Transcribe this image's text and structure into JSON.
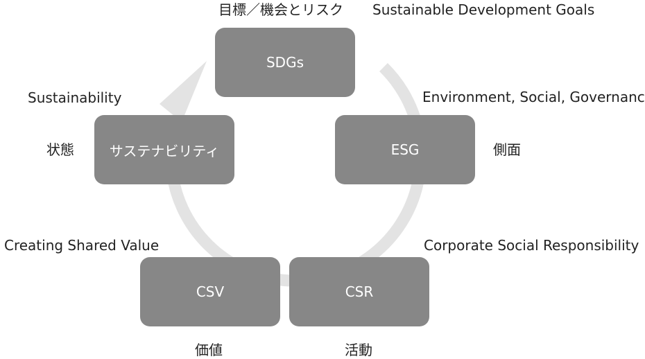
{
  "nodes": {
    "sdgs": "SDGs",
    "esg": "ESG",
    "csr": "CSR",
    "csv": "CSV",
    "sustainability": "サステナビリティ"
  },
  "labels": {
    "sdgs_jp": "目標／機会とリスク",
    "sdgs_en": "Sustainable Development Goals",
    "esg_en": "Environment, Social, Governance",
    "esg_jp": "側面",
    "csr_en": "Corporate Social Responsibility",
    "csr_jp": "活動",
    "csv_en": "Creating Shared Value",
    "csv_jp": "価値",
    "sus_en": "Sustainability",
    "sus_jp": "状態"
  },
  "colors": {
    "node_fill": "#878787",
    "ring": "#e3e3e3",
    "text": "#222222"
  },
  "icons": {
    "cycle": "circular-arrow"
  }
}
